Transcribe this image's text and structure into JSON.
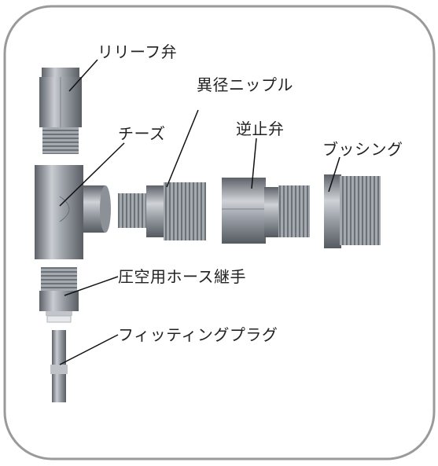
{
  "labels": {
    "relief_valve": "リリーフ弁",
    "reducing_nipple": "異径ニップル",
    "tee": "チーズ",
    "check_valve": "逆止弁",
    "bushing": "ブッシング",
    "air_hose_fitting": "圧空用ホース継手",
    "fitting_plug": "フィッティングプラグ"
  },
  "colors": {
    "frame_border": "#999999",
    "metal_dark": "#6b7077",
    "metal_mid": "#a9aeb4",
    "metal_light": "#d9dde1",
    "leader_line": "#111111",
    "text": "#222222"
  }
}
